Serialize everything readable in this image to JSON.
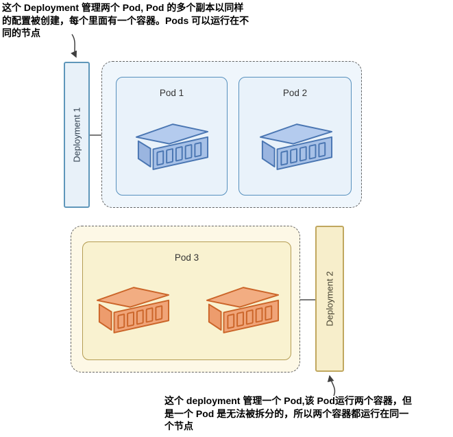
{
  "annotations": {
    "top": {
      "lines": [
        "这个 Deployment 管理两个 Pod, Pod 的多个副本以同样",
        "的配置被创建，每个里面有一个容器。Pods 可以运行在不",
        "同的节点"
      ]
    },
    "bottom": {
      "lines": [
        "这个 deployment 管理一个 Pod,该 Pod运行两个容器，但",
        "是一个 Pod 是无法被拆分的，所以两个容器都运行在同一",
        "个节点"
      ]
    }
  },
  "deployments": [
    {
      "label": "Deployment 1"
    },
    {
      "label": "Deployment 2"
    }
  ],
  "pods": [
    {
      "label": "Pod 1",
      "container_count": 1
    },
    {
      "label": "Pod 2",
      "container_count": 1
    },
    {
      "label": "Pod 3",
      "container_count": 2
    }
  ],
  "colors": {
    "blue_box_fill": "#e8f1f9",
    "blue_box_stroke": "#5e96ba",
    "pod_blue_fill": "#e9f2fa",
    "pod_blue_stroke": "#558fbd",
    "dashed_blue_fill": "#eff6fc",
    "dashed_stroke": "#636363",
    "container_blue_fill": "#a7c1e7",
    "container_blue_top": "#b4cbee",
    "container_blue_side": "#9ab5e0",
    "container_blue_stroke": "#4a76b2",
    "yellow_box_fill": "#f7eecb",
    "yellow_box_stroke": "#c0a75e",
    "pod_yellow_fill": "#f9f2d0",
    "pod_yellow_stroke": "#b49c52",
    "dashed_yellow_fill": "#fdf8e6",
    "container_orange_fill": "#f0a478",
    "container_orange_top": "#f2ad82",
    "container_orange_side": "#ed9c6d",
    "container_orange_stroke": "#cb6529"
  }
}
